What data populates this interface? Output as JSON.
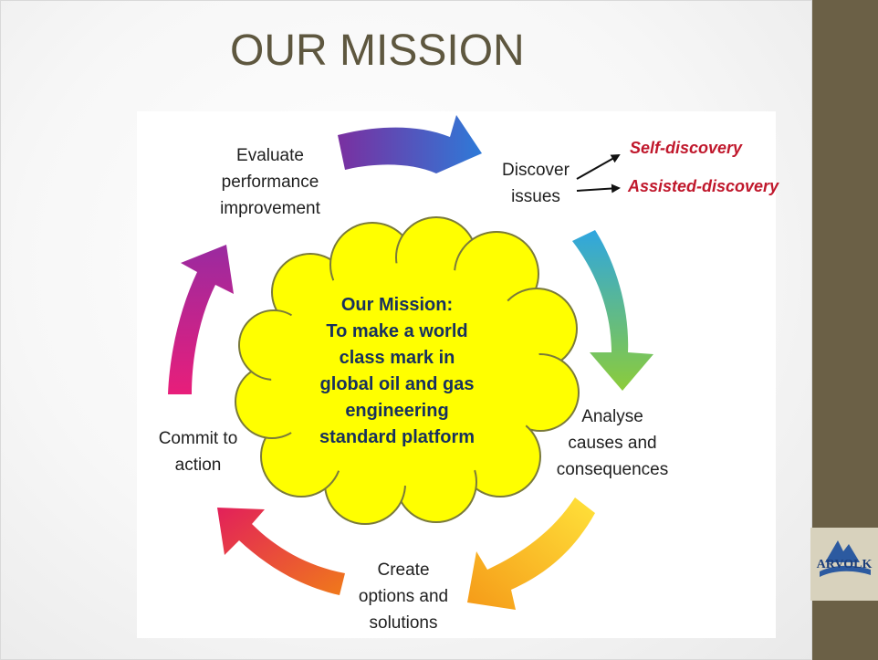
{
  "slide": {
    "title": "OUR MISSION"
  },
  "cycle": {
    "steps": [
      {
        "id": "evaluate",
        "lines": [
          "Evaluate",
          "performance",
          "improvement"
        ]
      },
      {
        "id": "discover",
        "lines": [
          "Discover",
          "issues"
        ]
      },
      {
        "id": "analyse",
        "lines": [
          "Analyse",
          "causes and",
          "consequences"
        ]
      },
      {
        "id": "create",
        "lines": [
          "Create",
          "options and",
          "solutions"
        ]
      },
      {
        "id": "commit",
        "lines": [
          "Commit to",
          "action"
        ]
      }
    ],
    "discovery_types": [
      "Self-discovery",
      "Assisted-discovery"
    ],
    "center": {
      "lines": [
        "Our Mission:",
        "To make a world",
        "class mark in",
        "global oil and gas",
        "engineering",
        "standard platform"
      ]
    }
  },
  "logo": {
    "text": "ARVOLK"
  },
  "colors": {
    "title": "#5e573f",
    "side_bar": "#6b6046",
    "cloud_fill": "#ffff00",
    "cloud_stroke": "#7a7a3a",
    "center_text": "#17305e",
    "discovery_text": "#c0182c"
  }
}
